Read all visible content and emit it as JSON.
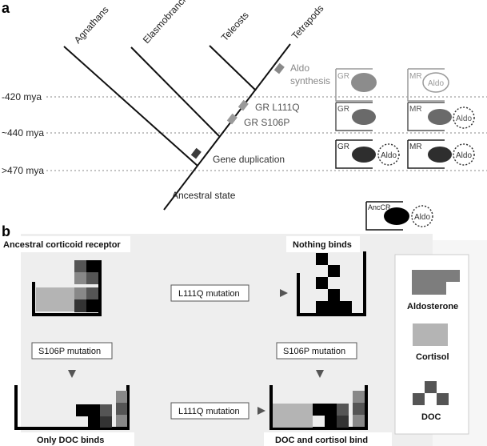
{
  "panel_a": {
    "letter": "a",
    "taxa": [
      "Agnathans",
      "Elasmobranchs",
      "Teleosts",
      "Tetrapods"
    ],
    "times": [
      "-420 mya",
      "~440 mya",
      ">470 mya"
    ],
    "events": {
      "aldo_1": "Aldo",
      "aldo_2": "synthesis",
      "gr_l111q": "GR L111Q",
      "gr_s106p": "GR S106P",
      "gene_dup": "Gene duplication",
      "ancestral": "Ancestral state"
    },
    "receptors": {
      "gr": "GR",
      "mr": "MR",
      "aldo": "Aldo",
      "anccr": "AncCR"
    },
    "colors": {
      "tetrapod_event": "#8a8a8a",
      "teleost_event": "#9a9a9a",
      "dup_event": "#3c3c3c",
      "light_receptor": "#8c8c8c",
      "mid_receptor": "#6a6a6a",
      "dark_receptor": "#2e2e2e"
    }
  },
  "panel_b": {
    "letter": "b",
    "titles": {
      "ancestral": "Ancestral corticoid receptor",
      "nothing": "Nothing binds",
      "only_doc": "Only DOC binds",
      "doc_cortisol": "DOC and cortisol bind"
    },
    "mutations": {
      "l111q_top": "L111Q mutation",
      "l111q_bottom": "L111Q mutation",
      "s106p_left": "S106P mutation",
      "s106p_right": "S106P mutation"
    },
    "legend": {
      "aldosterone": "Aldosterone",
      "cortisol": "Cortisol",
      "doc": "DOC"
    },
    "colors": {
      "aldosterone": "#7d7d7d",
      "cortisol": "#b4b4b4",
      "doc_dark": "#555555",
      "panel_bg": "#eeeeee"
    }
  }
}
